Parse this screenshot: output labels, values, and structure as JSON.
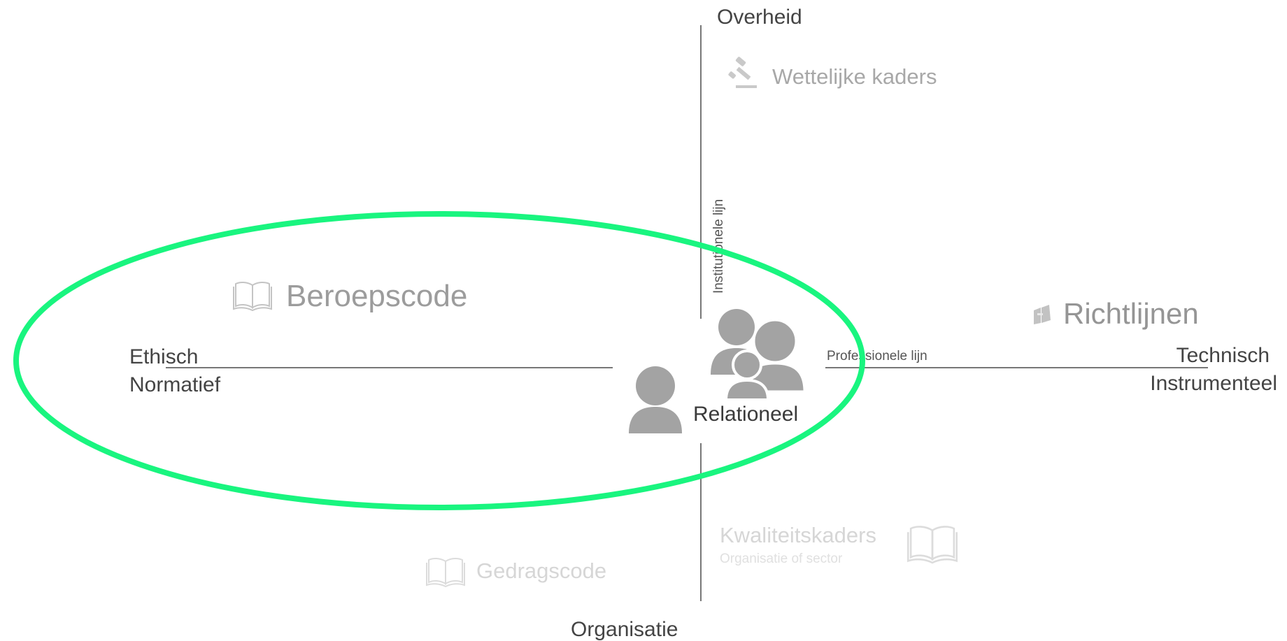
{
  "colors": {
    "axis": "#777777",
    "highlight": "#19f57f",
    "person": "#a3a3a3",
    "text_dark": "#444444",
    "text_faint": "#d6d6d6"
  },
  "axes": {
    "top_label": "Overheid",
    "bottom_label": "Organisatie",
    "left_label_1": "Ethisch",
    "left_label_2": "Normatief",
    "right_label_1": "Technisch",
    "right_label_2": "Instrumenteel",
    "vertical_line_label": "Institutionele lijn",
    "horizontal_line_label": "Professionele lijn"
  },
  "center": {
    "label": "Relationeel",
    "icons": [
      "group-of-people-icon",
      "single-person-icon"
    ]
  },
  "sources": {
    "top": {
      "label": "Wettelijke kaders",
      "icon": "gavel-icon"
    },
    "left": {
      "label": "Beroepscode",
      "icon": "open-book-icon"
    },
    "right": {
      "label": "Richtlijnen",
      "icon": "books-icon"
    },
    "bottom_left": {
      "label": "Gedragscode",
      "icon": "open-book-icon"
    },
    "bottom_right": {
      "label": "Kwaliteitskaders",
      "sublabel": "Organisatie of sector",
      "icon": "open-book-icon"
    }
  },
  "highlight": {
    "shape": "ellipse",
    "encloses": [
      "Beroepscode",
      "Ethisch",
      "Normatief",
      "Relationeel"
    ]
  }
}
